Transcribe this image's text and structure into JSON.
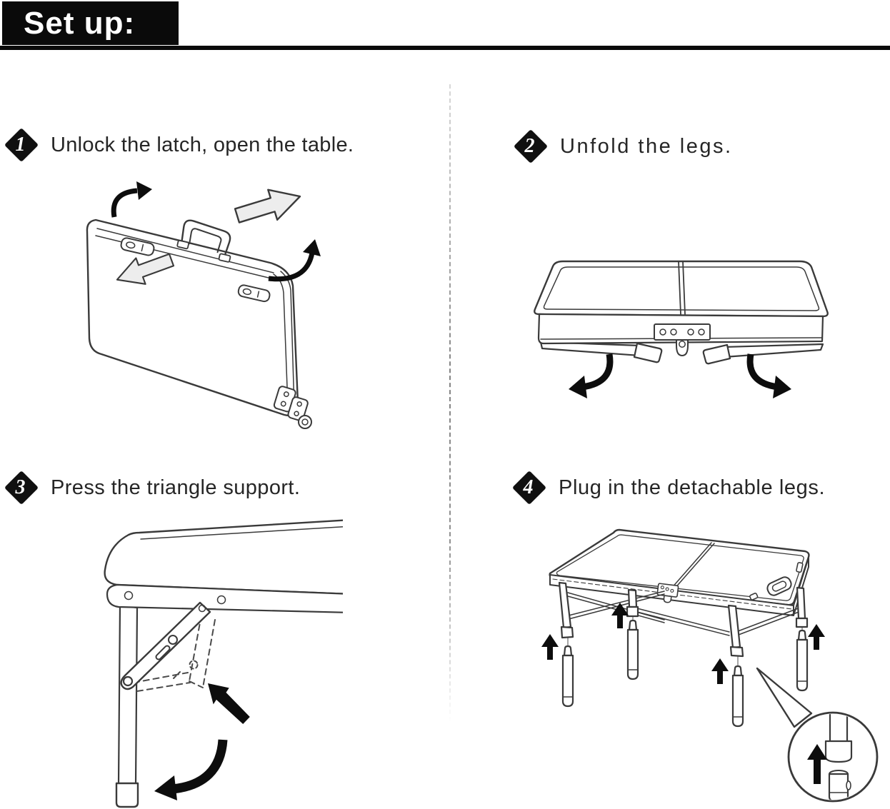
{
  "header": {
    "title": "Set up:"
  },
  "steps": [
    {
      "number": "1",
      "label": "Unlock the latch, open the table."
    },
    {
      "number": "2",
      "label": "Unfold the legs."
    },
    {
      "number": "3",
      "label": "Press the triangle support."
    },
    {
      "number": "4",
      "label": "Plug in the detachable legs."
    }
  ],
  "colors": {
    "header_bg": "#0a0a0a",
    "text": "#262626",
    "line_art": "#3a3a3a",
    "solid_arrow": "#0d0d0d",
    "outline_arrow_fill": "#ededed"
  }
}
